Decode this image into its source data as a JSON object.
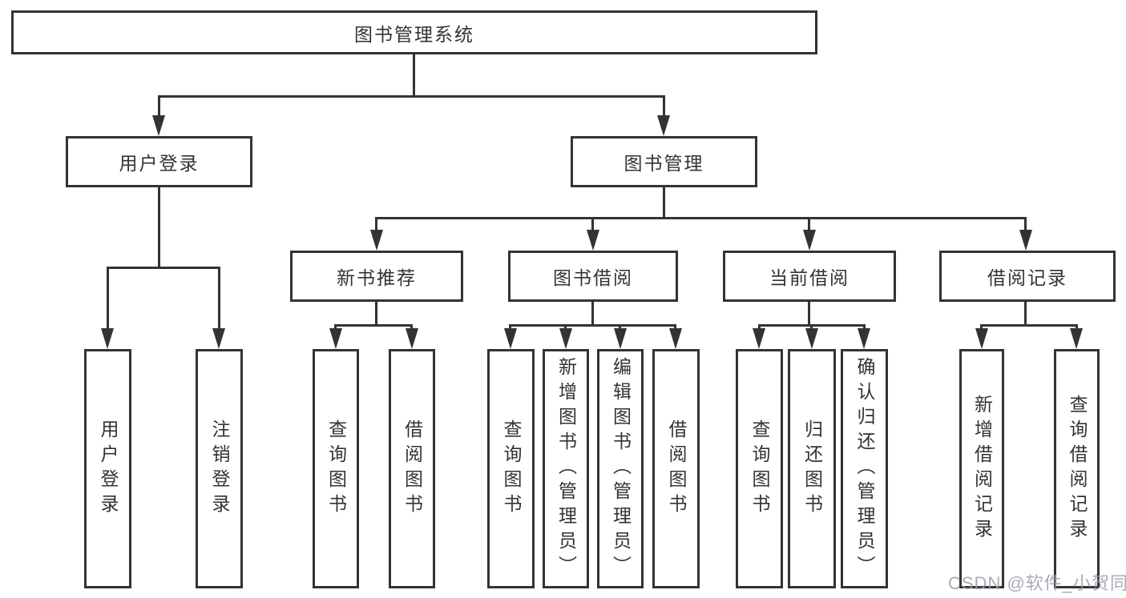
{
  "diagram_title": "图书管理系统",
  "nodes": {
    "root": "图书管理系统",
    "user_login": "用户登录",
    "book_mgmt": "图书管理",
    "ul_login": "用户登录",
    "ul_logout": "注销登录",
    "new_book_rec": "新书推荐",
    "book_borrow": "图书借阅",
    "current_borrow": "当前借阅",
    "borrow_records": "借阅记录",
    "nbr_query": "查询图书",
    "nbr_borrow": "借阅图书",
    "bb_query": "查询图书",
    "bb_add": "新增图书（管理员）",
    "bb_edit": "编辑图书（管理员）",
    "bb_borrow": "借阅图书",
    "cb_query": "查询图书",
    "cb_return": "归还图书",
    "cb_confirm": "确认归还（管理员）",
    "br_add": "新增借阅记录",
    "br_query": "查询借阅记录"
  },
  "hierarchy": {
    "root": [
      "user_login",
      "book_mgmt"
    ],
    "user_login": [
      "ul_login",
      "ul_logout"
    ],
    "book_mgmt": [
      "new_book_rec",
      "book_borrow",
      "current_borrow",
      "borrow_records"
    ],
    "new_book_rec": [
      "nbr_query",
      "nbr_borrow"
    ],
    "book_borrow": [
      "bb_query",
      "bb_add",
      "bb_edit",
      "bb_borrow"
    ],
    "current_borrow": [
      "cb_query",
      "cb_return",
      "cb_confirm"
    ],
    "borrow_records": [
      "br_add",
      "br_query"
    ]
  },
  "watermark": {
    "text": "CSDN @软件_小贺同学"
  },
  "colors": {
    "line": "#333333",
    "text": "#333333",
    "background": "#ffffff",
    "watermark": "#969daa"
  }
}
